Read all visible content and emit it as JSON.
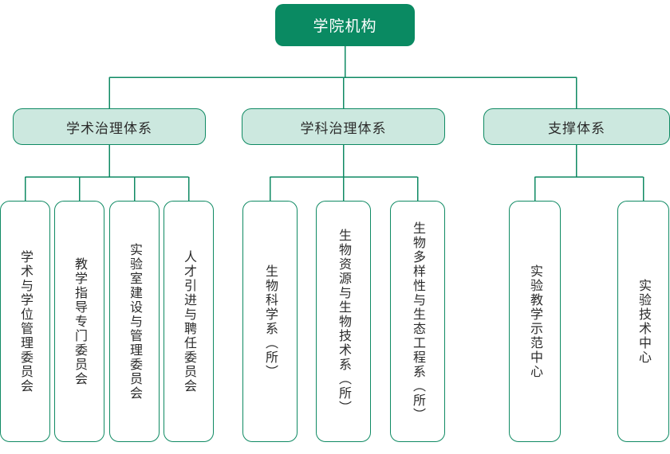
{
  "diagram": {
    "title": "学院机构",
    "theme": {
      "root_fill": "#0a8a62",
      "root_text": "#ffffff",
      "group_fill": "#cce8df",
      "group_text": "#2b2b2b",
      "leaf_fill": "#ffffff",
      "leaf_text": "#2b2b2b",
      "line": "#0f8a63",
      "background": "#ffffff"
    },
    "root": {
      "label": "学院机构"
    },
    "groups": [
      {
        "label": "学术治理体系",
        "children": [
          {
            "label": "学术与学位管理委员会"
          },
          {
            "label": "教学指导专门委员会"
          },
          {
            "label": "实验室建设与管理委员会"
          },
          {
            "label": "人才引进与聘任委员会"
          }
        ]
      },
      {
        "label": "学科治理体系",
        "children": [
          {
            "label": "生物科学系（所）"
          },
          {
            "label": "生物资源与生物技术系（所）"
          },
          {
            "label": "生物多样性与生态工程系（所）"
          }
        ]
      },
      {
        "label": "支撑体系",
        "children": [
          {
            "label": "实验教学示范中心"
          },
          {
            "label": "实验技术中心"
          }
        ]
      }
    ]
  }
}
